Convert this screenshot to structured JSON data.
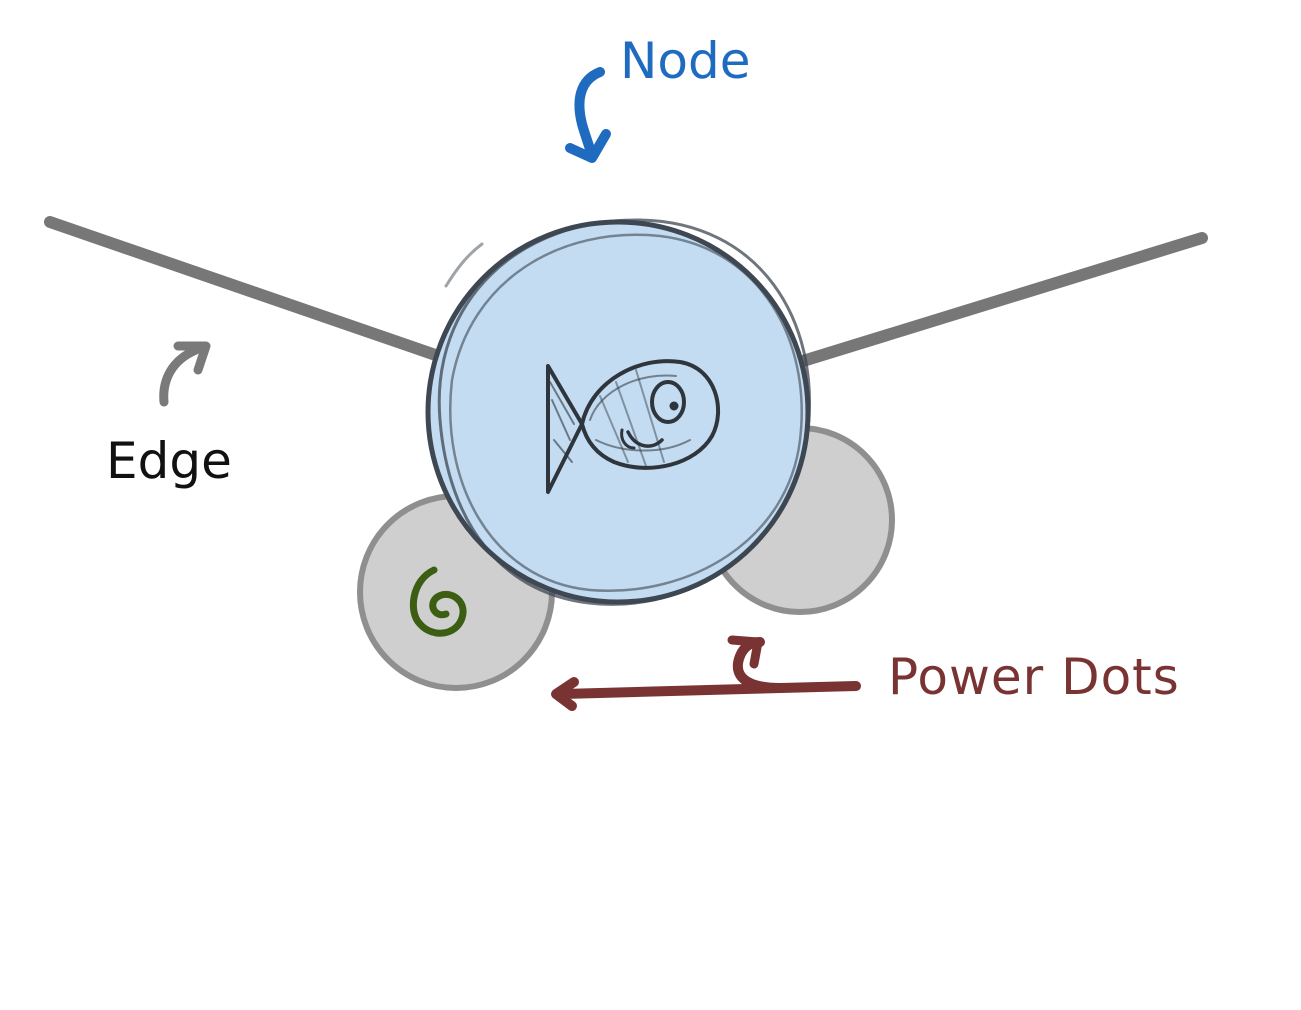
{
  "labels": {
    "node": "Node",
    "edge": "Edge",
    "power_dots": "Power Dots"
  },
  "icons": {
    "node_glyph": "fish-icon",
    "power_dot_glyph": "spiral-icon"
  },
  "colors": {
    "node_label": "#1f6bc0",
    "node_arrow": "#1f6bc0",
    "edge_label": "#111111",
    "edge_arrow": "#7a7a7a",
    "edge_line": "#777777",
    "power_label": "#7a3333",
    "power_arrow": "#7a3333",
    "node_fill": "#c3dcf2",
    "node_stroke": "#3e4752",
    "dot_fill": "#cfcfcf",
    "dot_stroke": "#8f8f8f",
    "spiral": "#3b5e12"
  }
}
